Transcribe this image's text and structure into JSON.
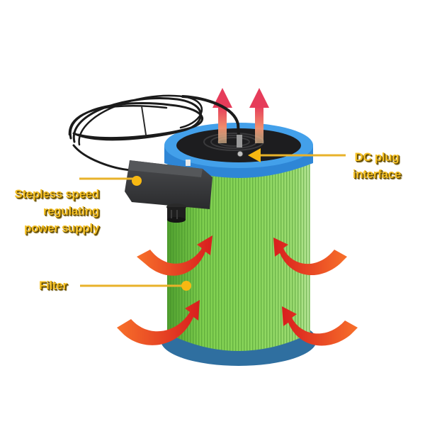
{
  "image": {
    "description": "Product diagram of a cylindrical green pleated air filter with blue end caps, a black fan top with DC plug, and a stepless speed regulating power supply with coiled cable",
    "background": "#ffffff"
  },
  "labels": {
    "power_supply": {
      "lines": [
        "Stepless speed",
        "regulating",
        "power supply"
      ]
    },
    "dc_plug": {
      "lines": [
        "DC plug",
        "interface"
      ]
    },
    "filter": {
      "text": "Filter"
    }
  },
  "colors": {
    "label_text": "#f5c023",
    "label_shadow": "#5a4300",
    "leader_line": "#e8b22a",
    "leader_dot": "#f7b812",
    "filter_green": "#7ccd4e",
    "filter_green_dark": "#4f9f2e",
    "cap_blue": "#3c95e0",
    "cap_blue_bottom": "#2f6fa0",
    "fan_black": "#1d1d1f",
    "adapter_gray": "#3a3b3d",
    "arrow_red": "#e8321e",
    "arrow_orange": "#f57a2c",
    "exhaust_top": "#e8415a",
    "exhaust_bottom": "#f6c08a"
  },
  "icons": {
    "intake_arrows": "curved-arrow-icon",
    "exhaust_arrows": "up-arrow-icon",
    "pointer": "triangle-pointer-icon"
  }
}
